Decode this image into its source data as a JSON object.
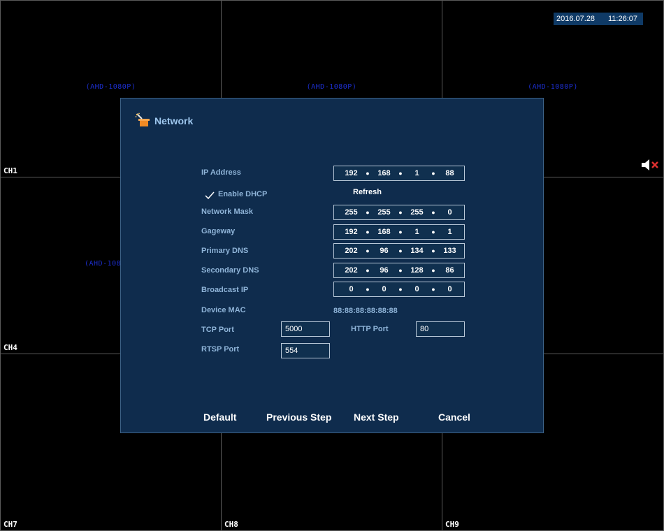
{
  "clock": {
    "date": "2016.07.28",
    "time": "11:26:07"
  },
  "channels": [
    "CH1",
    "CH4",
    "CH7",
    "CH8",
    "CH9"
  ],
  "camera_res": "(AHD-1080P)",
  "camera_res_partial": "(AHD-108",
  "dialog": {
    "title": "Network",
    "fields": {
      "ip_address": {
        "label": "IP Address",
        "octets": [
          "192",
          "168",
          "1",
          "88"
        ]
      },
      "dhcp": {
        "label": "Enable DHCP",
        "checked": true
      },
      "refresh": "Refresh",
      "network_mask": {
        "label": "Network Mask",
        "octets": [
          "255",
          "255",
          "255",
          "0"
        ]
      },
      "gateway": {
        "label": "Gageway",
        "octets": [
          "192",
          "168",
          "1",
          "1"
        ]
      },
      "primary_dns": {
        "label": "Primary DNS",
        "octets": [
          "202",
          "96",
          "134",
          "133"
        ]
      },
      "secondary_dns": {
        "label": "Secondary DNS",
        "octets": [
          "202",
          "96",
          "128",
          "86"
        ]
      },
      "broadcast_ip": {
        "label": "Broadcast IP",
        "octets": [
          "0",
          "0",
          "0",
          "0"
        ]
      },
      "device_mac": {
        "label": "Device MAC",
        "value": "88:88:88:88:88:88"
      },
      "tcp_port": {
        "label": "TCP Port",
        "value": "5000"
      },
      "http_port": {
        "label": "HTTP Port",
        "value": "80"
      },
      "rtsp_port": {
        "label": "RTSP Port",
        "value": "554"
      }
    },
    "buttons": {
      "default": "Default",
      "previous": "Previous Step",
      "next": "Next Step",
      "cancel": "Cancel"
    }
  },
  "colors": {
    "dialog_bg": "#0f2c4d",
    "label": "#8fb4d8",
    "cam_res": "#1c2fd0",
    "accent_icon": "#f08a24"
  }
}
